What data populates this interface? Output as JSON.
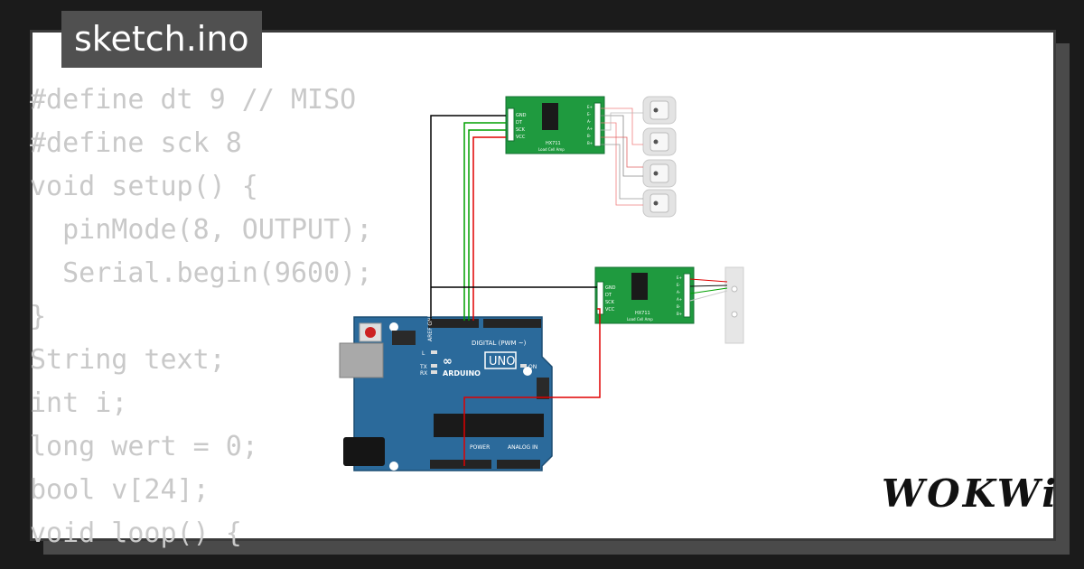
{
  "file_tab": {
    "label": "sketch.ino"
  },
  "code": {
    "lines": [
      "#define dt 9 // MISO",
      "#define sck 8",
      "void setup() {",
      "  pinMode(8, OUTPUT);",
      "  Serial.begin(9600);",
      "}",
      "String text;",
      "int i;",
      "long wert = 0;",
      "bool v[24];",
      "void loop() {"
    ]
  },
  "arduino": {
    "logo_text": "ARDUINO",
    "model": "UNO",
    "digital_label": "DIGITAL (PWM ~)",
    "power_label": "POWER",
    "analog_label": "ANALOG IN",
    "on_label": "ON",
    "tx_label": "TX",
    "rx_label": "RX",
    "l_label": "L"
  },
  "hx711_top": {
    "pins": [
      "GND",
      "DT",
      "SCK",
      "VCC"
    ],
    "right_pins": [
      "E+",
      "E-",
      "A-",
      "A+",
      "B-",
      "B+"
    ],
    "title": "HX711",
    "subtitle": "Load Cell Amp"
  },
  "hx711_bottom": {
    "pins": [
      "GND",
      "DT",
      "SCK",
      "VCC"
    ],
    "right_pins": [
      "E+",
      "E-",
      "A-",
      "A+",
      "B-",
      "B+"
    ],
    "title": "HX711",
    "subtitle": "Load Cell Amp"
  },
  "brand": {
    "logo": "WOKWi"
  },
  "colors": {
    "board_blue": "#2b6a9b",
    "hx_green": "#1f9a3f",
    "wire_red": "#e00000",
    "wire_green": "#00a000",
    "wire_black": "#000000",
    "code_text": "#c9c9c9"
  }
}
